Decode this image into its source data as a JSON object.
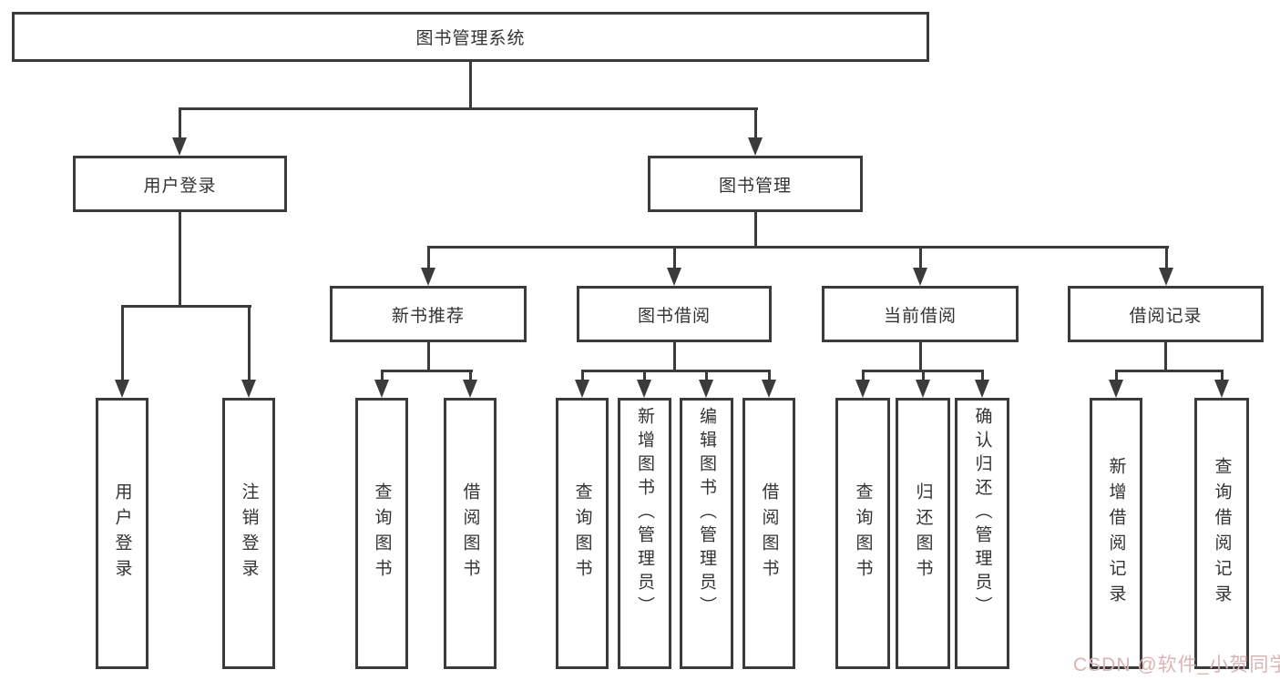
{
  "tree": {
    "root": "图书管理系统",
    "branches": [
      {
        "label": "用户登录",
        "children": [
          "用户登录",
          "注销登录"
        ]
      },
      {
        "label": "图书管理",
        "groups": [
          {
            "label": "新书推荐",
            "children": [
              "查询图书",
              "借阅图书"
            ]
          },
          {
            "label": "图书借阅",
            "children": [
              "查询图书",
              "新增图书（管理员）",
              "编辑图书（管理员）",
              "借阅图书"
            ]
          },
          {
            "label": "当前借阅",
            "children": [
              "查询图书",
              "归还图书",
              "确认归还（管理员）"
            ]
          },
          {
            "label": "借阅记录",
            "children": [
              "新增借阅记录",
              "查询借阅记录"
            ]
          }
        ]
      }
    ]
  },
  "watermark": "CSDN @软件_小贺同学",
  "colors": {
    "line": "#3b3b3b",
    "text": "#333333",
    "watermark": "#dcb3b3",
    "background": "#ffffff"
  }
}
